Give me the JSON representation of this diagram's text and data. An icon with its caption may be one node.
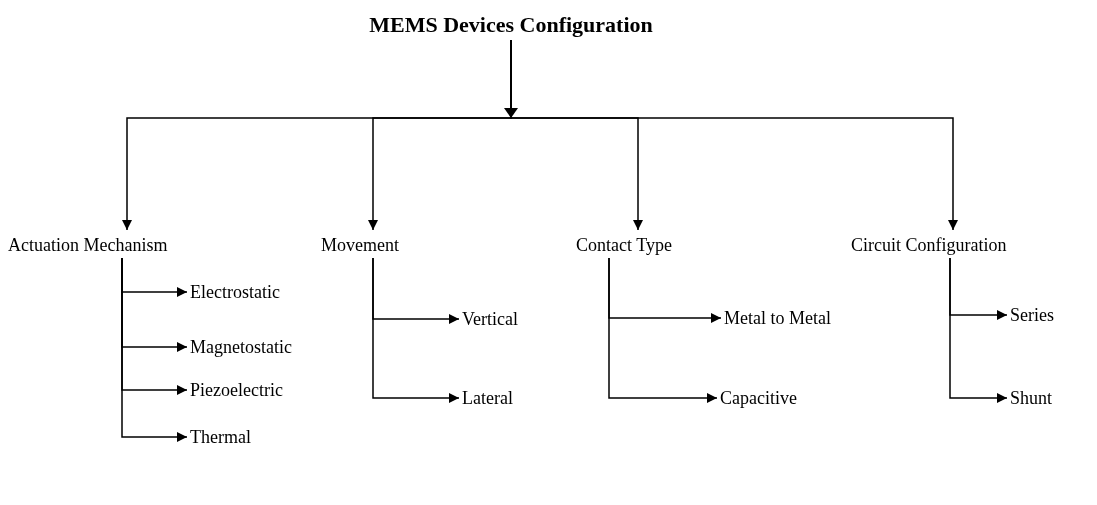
{
  "diagram": {
    "nodes": [
      {
        "text": [
          "MEMS Devices Configuration"
        ]
      },
      {
        "text": [
          "Actuation Mechanism"
        ]
      },
      {
        "text": [
          "Electrostatic"
        ]
      },
      {
        "text": [
          "Magnetostatic"
        ]
      },
      {
        "text": [
          "Piezoelectric"
        ]
      },
      {
        "text": [
          "Thermal"
        ]
      },
      {
        "text": [
          "Movement"
        ]
      },
      {
        "text": [
          "Vertical"
        ]
      },
      {
        "text": [
          "Lateral"
        ]
      },
      {
        "text": [
          "Contact Type"
        ]
      },
      {
        "text": [
          "Metal to Metal"
        ]
      },
      {
        "text": [
          "Capacitive"
        ]
      },
      {
        "text": [
          "Circuit Configuration"
        ]
      },
      {
        "text": [
          "Series"
        ]
      },
      {
        "text": [
          "Shunt"
        ]
      }
    ],
    "edges": [
      {
        "from": 0,
        "to": 1,
        "arrow": "to"
      },
      {
        "from": 0,
        "to": 6,
        "arrow": "to"
      },
      {
        "from": 0,
        "to": 9,
        "arrow": "to"
      },
      {
        "from": 0,
        "to": 12,
        "arrow": "to"
      },
      {
        "from": 1,
        "to": 2,
        "arrow": "to"
      },
      {
        "from": 1,
        "to": 3,
        "arrow": "to"
      },
      {
        "from": 1,
        "to": 4,
        "arrow": "to"
      },
      {
        "from": 1,
        "to": 5,
        "arrow": "to"
      },
      {
        "from": 6,
        "to": 7,
        "arrow": "to"
      },
      {
        "from": 6,
        "to": 8,
        "arrow": "to"
      },
      {
        "from": 9,
        "to": 10,
        "arrow": "to"
      },
      {
        "from": 9,
        "to": 11,
        "arrow": "to"
      },
      {
        "from": 12,
        "to": 13,
        "arrow": "to"
      },
      {
        "from": 12,
        "to": 14,
        "arrow": "to"
      }
    ]
  }
}
